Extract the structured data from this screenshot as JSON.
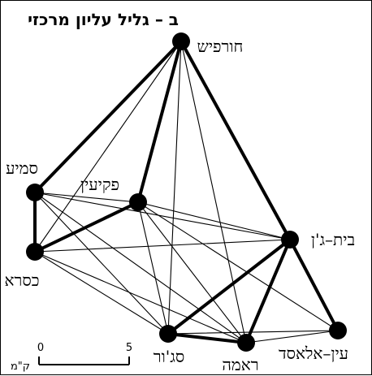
{
  "map": {
    "title": "ב – גליל עליון מרכזי",
    "scale": {
      "start_label": "0",
      "end_label": "5",
      "unit_label": "ק\"מ"
    }
  },
  "places": [
    {
      "id": "hurfeish",
      "name": "חורפיש"
    },
    {
      "id": "sumei",
      "name": "סמיע"
    },
    {
      "id": "pekiin",
      "name": "פקיעין"
    },
    {
      "id": "kisra",
      "name": "כסרא"
    },
    {
      "id": "beit-jann",
      "name": "בית–ג'ן"
    },
    {
      "id": "sajur",
      "name": "סג'ור"
    },
    {
      "id": "rama",
      "name": "ראמה"
    },
    {
      "id": "ein-alasad",
      "name": "עין–אלאסד"
    }
  ],
  "connections": {
    "strong": [
      [
        "hurfeish",
        "sumei"
      ],
      [
        "hurfeish",
        "pekiin"
      ],
      [
        "hurfeish",
        "beit-jann"
      ],
      [
        "sumei",
        "kisra"
      ],
      [
        "pekiin",
        "kisra"
      ],
      [
        "beit-jann",
        "sajur"
      ],
      [
        "beit-jann",
        "rama"
      ],
      [
        "sajur",
        "rama"
      ],
      [
        "beit-jann",
        "ein-alasad"
      ]
    ],
    "weak": [
      [
        "hurfeish",
        "kisra"
      ],
      [
        "hurfeish",
        "sajur"
      ],
      [
        "hurfeish",
        "rama"
      ],
      [
        "hurfeish",
        "ein-alasad"
      ],
      [
        "sumei",
        "pekiin"
      ],
      [
        "sumei",
        "beit-jann"
      ],
      [
        "sumei",
        "sajur"
      ],
      [
        "sumei",
        "rama"
      ],
      [
        "pekiin",
        "beit-jann"
      ],
      [
        "pekiin",
        "sajur"
      ],
      [
        "pekiin",
        "rama"
      ],
      [
        "pekiin",
        "ein-alasad"
      ],
      [
        "kisra",
        "beit-jann"
      ],
      [
        "kisra",
        "sajur"
      ],
      [
        "kisra",
        "rama"
      ],
      [
        "sajur",
        "ein-alasad"
      ],
      [
        "rama",
        "ein-alasad"
      ]
    ]
  }
}
